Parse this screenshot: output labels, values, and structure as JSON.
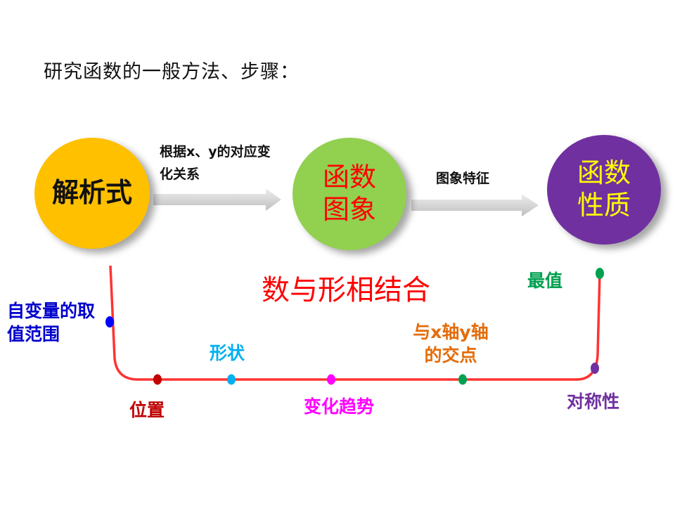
{
  "heading": "研究函数的一般方法、步骤：",
  "nodes": {
    "analytic": "解析式",
    "graph": "函数图象",
    "properties": "函数性质"
  },
  "edges": {
    "analytic_to_graph": "根据x、y的对应变化关系",
    "graph_to_properties": "图象特征"
  },
  "center_text": "数与形相结合",
  "points": {
    "domain": "自变量的取值范围",
    "position": "位置",
    "shape": "形状",
    "trend": "变化趋势",
    "intercepts": "与x轴y轴的交点",
    "symmetry": "对称性",
    "extremum": "最值"
  },
  "colors": {
    "analytic_circle": "#ffc000",
    "graph_circle": "#92d050",
    "properties_circle": "#7030a0",
    "path_line": "#ff3333",
    "arrow": "#d9d9d9",
    "dot_domain": "#0000ff",
    "dot_position": "#c00000",
    "dot_shape": "#00b0f0",
    "dot_trend": "#ff00ff",
    "dot_intercepts": "#00a050",
    "dot_symmetry": "#7030a0",
    "dot_extremum": "#00a050"
  }
}
